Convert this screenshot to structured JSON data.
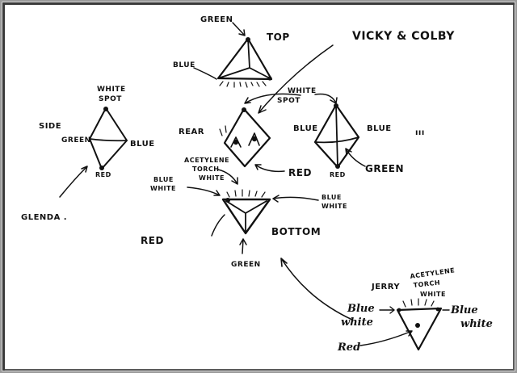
{
  "labels": {
    "top_green": "GREEN",
    "top": "TOP",
    "top_blue": "BLUE",
    "vicky_colby": "VICKY & COLBY",
    "side_white_spot_1": "WHITE",
    "side_white_spot_2": "SPOT",
    "side": "SIDE",
    "side_green": "GREEN",
    "side_blue": "BLUE",
    "side_red": "RED",
    "rear_white_spot_1": "WHITE",
    "rear_white_spot_2": "SPOT",
    "rear": "REAR",
    "rear_torch_1": "ACETYLENE",
    "rear_torch_2": "TORCH",
    "rear_torch_3": "WHITE",
    "rear_red": "RED",
    "right_blue_left": "BLUE",
    "right_blue_right": "BLUE",
    "right_red": "RED",
    "right_green": "GREEN",
    "right_marks": "ııı",
    "glenda": "GLENDA .",
    "bottom_blue_white_left_1": "BLUE",
    "bottom_blue_white_left_2": "WHITE",
    "bottom_blue_white_right_1": "BLUE",
    "bottom_blue_white_right_2": "WHITE",
    "red_left": "RED",
    "bottom": "BOTTOM",
    "bottom_green": "GREEN",
    "jerry": "JERRY",
    "jerry_torch_1": "ACETYLENE",
    "jerry_torch_2": "TORCH",
    "jerry_torch_3": "WHITE",
    "jerry_blue_white_left_1": "Blue",
    "jerry_blue_white_left_2": "white",
    "jerry_blue_white_right_1": "Blue",
    "jerry_blue_white_right_2": "white",
    "jerry_red": "Red"
  }
}
